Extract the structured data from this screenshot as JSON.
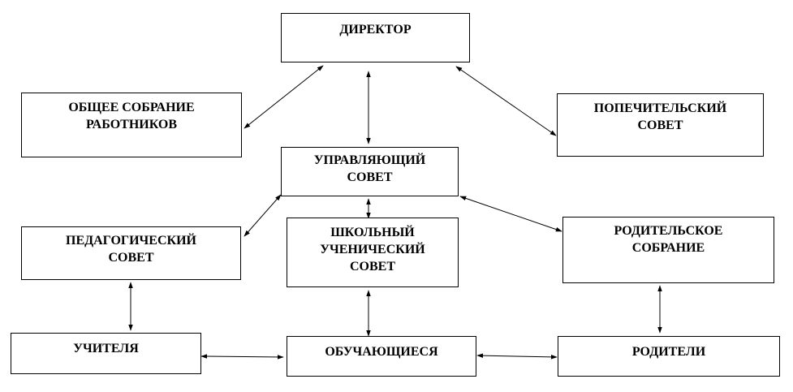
{
  "nodes": {
    "director": "ДИРЕКТОР",
    "general_meeting": "ОБЩЕЕ СОБРАНИЕ\nРАБОТНИКОВ",
    "trustee_council": "ПОПЕЧИТЕЛЬСКИЙ\nСОВЕТ",
    "governing_council": "УПРАВЛЯЮЩИЙ\nСОВЕТ",
    "pedagogical_council": "ПЕДАГОГИЧЕСКИЙ\nСОВЕТ",
    "student_council": "ШКОЛЬНЫЙ\nУЧЕНИЧЕСКИЙ\nСОВЕТ",
    "parent_meeting": "РОДИТЕЛЬСКОЕ\nСОБРАНИЕ",
    "teachers": "УЧИТЕЛЯ",
    "students": "ОБУЧАЮЩИЕСЯ",
    "parents": "РОДИТЕЛИ"
  },
  "edges": [
    {
      "from": "director",
      "to": "general_meeting"
    },
    {
      "from": "director",
      "to": "governing_council"
    },
    {
      "from": "director",
      "to": "trustee_council"
    },
    {
      "from": "governing_council",
      "to": "pedagogical_council"
    },
    {
      "from": "governing_council",
      "to": "student_council"
    },
    {
      "from": "governing_council",
      "to": "parent_meeting"
    },
    {
      "from": "pedagogical_council",
      "to": "teachers"
    },
    {
      "from": "student_council",
      "to": "students"
    },
    {
      "from": "parent_meeting",
      "to": "parents"
    },
    {
      "from": "teachers",
      "to": "students"
    },
    {
      "from": "students",
      "to": "parents"
    }
  ],
  "style": {
    "line_color": "#000000",
    "box_border": "#000000",
    "background": "#ffffff"
  }
}
